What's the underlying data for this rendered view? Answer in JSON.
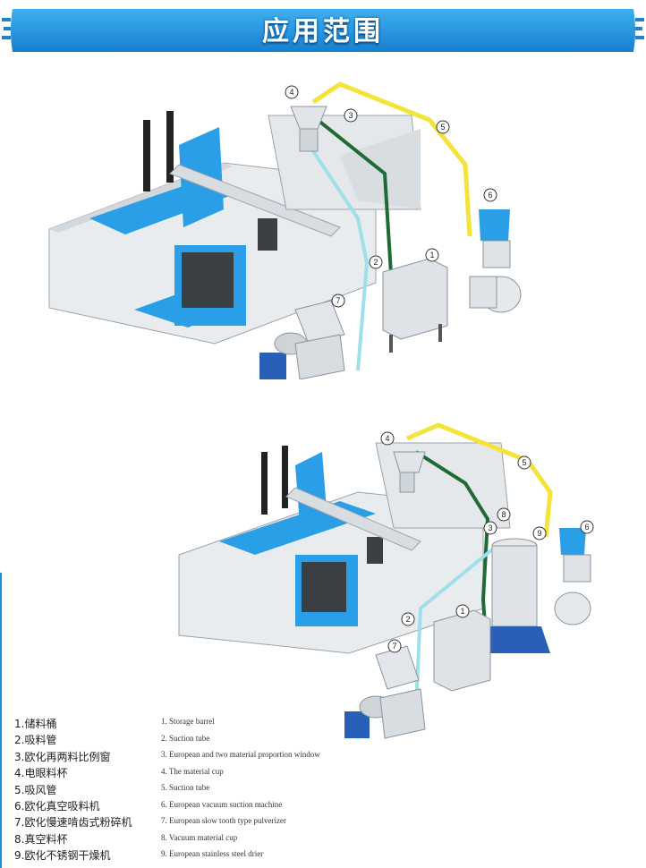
{
  "header": {
    "title": "应用范围"
  },
  "colors": {
    "banner": "#1e8fd8",
    "machine_blue": "#2a9ee6",
    "yellow_tube": "#f5e33a",
    "green_tube": "#1f6b33",
    "cyan_tube": "#9fe0e8"
  },
  "diagram_top": {
    "callouts": [
      "1",
      "2",
      "3",
      "4",
      "5",
      "6",
      "7"
    ]
  },
  "diagram_bottom": {
    "callouts": [
      "1",
      "2",
      "3",
      "4",
      "5",
      "6",
      "7",
      "8",
      "9"
    ]
  },
  "legend": {
    "zh": [
      "1.储料桶",
      "2.吸料管",
      "3.欧化再两料比例窗",
      "4.电眼料杯",
      "5.吸风管",
      "6.欧化真空吸料机",
      "7.欧化慢速啃齿式粉碎机",
      "8.真空料杯",
      "9.欧化不锈钢干燥机"
    ],
    "en": [
      "1. Storage barrel",
      "2. Suction tube",
      "3. European and two material proportion window",
      "4. The material cup",
      "5. Suction tube",
      "6. European vacuum suction machine",
      "7. European slow tooth type pulverizer",
      "8. Vacuum material cup",
      "9. European stainless steel drier"
    ]
  }
}
